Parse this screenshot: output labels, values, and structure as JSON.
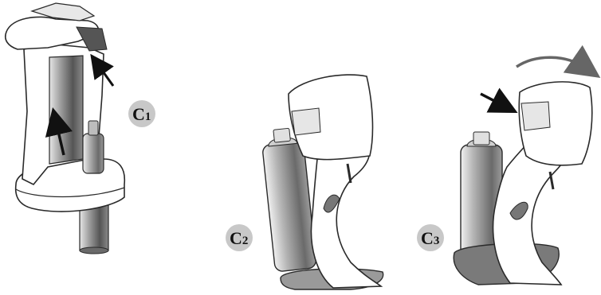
{
  "figure": {
    "steps": [
      {
        "letter": "C",
        "number": "1"
      },
      {
        "letter": "C",
        "number": "2"
      },
      {
        "letter": "C",
        "number": "3"
      }
    ],
    "colors": {
      "badge_fill": "#c8c8c8",
      "line": "#2a2a2a",
      "cylinder_dark": "#5f5f5f",
      "cylinder_light": "#d2d2d2",
      "arrow": "#111111",
      "rotation_arrow": "#555555"
    },
    "icons": [
      "hand-icon",
      "push-arrow-icon",
      "rotate-arrow-icon"
    ]
  }
}
